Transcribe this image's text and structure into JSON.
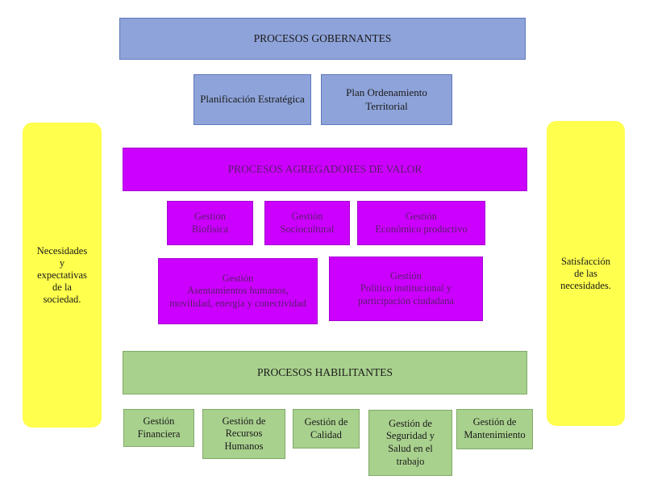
{
  "governing": {
    "title": "PROCESOS GOBERNANTES",
    "items": [
      "Planificación Estratégica",
      "Plan Ordenamiento\nTerritorial"
    ]
  },
  "value_adding": {
    "title": "PROCESOS AGREGADORES DE VALOR",
    "items": [
      "Gestión\nBiofísica",
      "Gestión\nSociocultural",
      "Gestión\nEconómico productivo",
      "Gestión\nAsentamientos humanos,\nmovilidad, energía y conectividad",
      "Gestión\nPolítico institucional y\nparticipación ciudadana"
    ]
  },
  "enabling": {
    "title": "PROCESOS HABILITANTES",
    "items": [
      "Gestión\nFinanciera",
      "Gestión de\nRecursos\nHumanos",
      "Gestión de\nCalidad",
      "Gestión de\nSeguridad y\nSalud en el\ntrabajo",
      "Gestión de\nMantenimiento"
    ]
  },
  "left_panel": "Necesidades\ny\nexpectativas\nde la\nsociedad.",
  "right_panel": "Satisfacción\nde las\nnecesidades.",
  "colors": {
    "governing_fill": "#8ea3d9",
    "value_fill": "#cc00ff",
    "enabling_fill": "#a9d18e",
    "side_fill": "#ffff4d"
  }
}
